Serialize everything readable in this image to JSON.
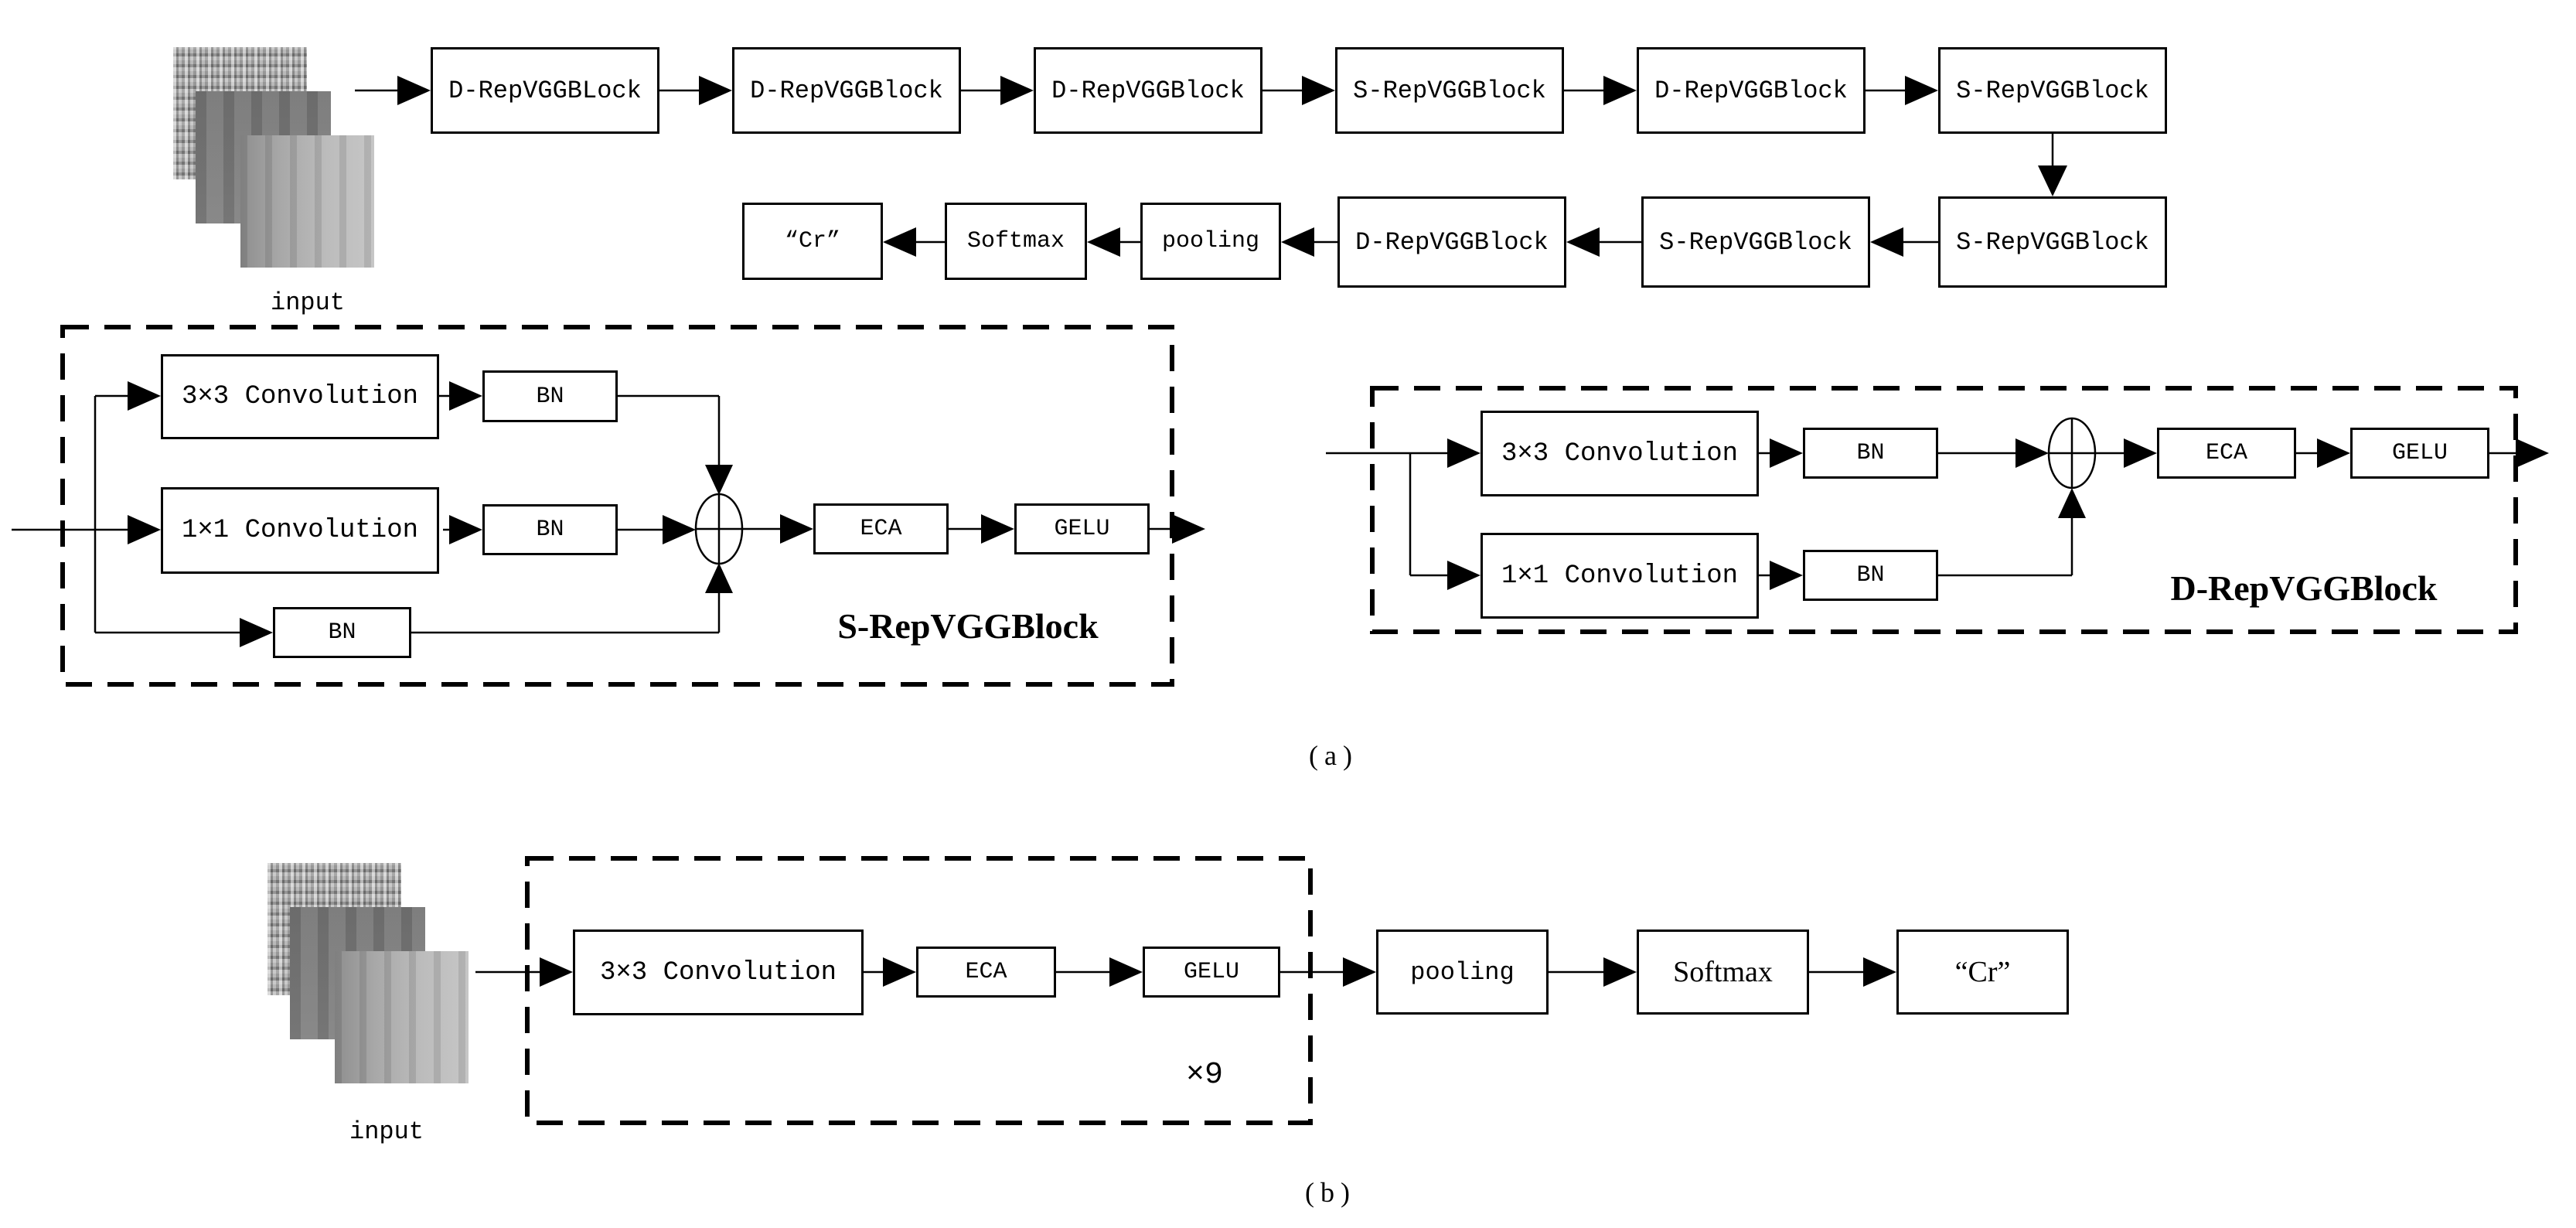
{
  "figure": {
    "caption_a": "(a)",
    "caption_b": "(b)",
    "input_label_a": "input",
    "input_label_b": "input"
  },
  "colors": {
    "line": "#000000",
    "background": "#ffffff"
  },
  "icons": {
    "merge": "circled-plus-sum-icon",
    "arrow": "solid-triangle-arrow"
  },
  "pipeline_a": {
    "top_row": [
      "D-RepVGGBLock",
      "D-RepVGGBlock",
      "D-RepVGGBlock",
      "S-RepVGGBlock",
      "D-RepVGGBlock",
      "S-RepVGGBlock"
    ],
    "bottom_row": [
      "“Cr”",
      "Softmax",
      "pooling",
      "D-RepVGGBlock",
      "S-RepVGGBlock",
      "S-RepVGGBlock"
    ]
  },
  "s_block": {
    "title": "S-RepVGGBlock",
    "conv3": "3×3 Convolution",
    "conv1": "1×1 Convolution",
    "bn1": "BN",
    "bn2": "BN",
    "bn3": "BN",
    "eca": "ECA",
    "gelu": "GELU"
  },
  "d_block": {
    "title": "D-RepVGGBlock",
    "conv3": "3×3 Convolution",
    "conv1": "1×1 Convolution",
    "bn1": "BN",
    "bn2": "BN",
    "eca": "ECA",
    "gelu": "GELU"
  },
  "pipeline_b": {
    "conv3": "3×3 Convolution",
    "eca": "ECA",
    "gelu": "GELU",
    "repeat": "×9",
    "pooling": "pooling",
    "softmax": "Softmax",
    "output": "“Cr”"
  }
}
